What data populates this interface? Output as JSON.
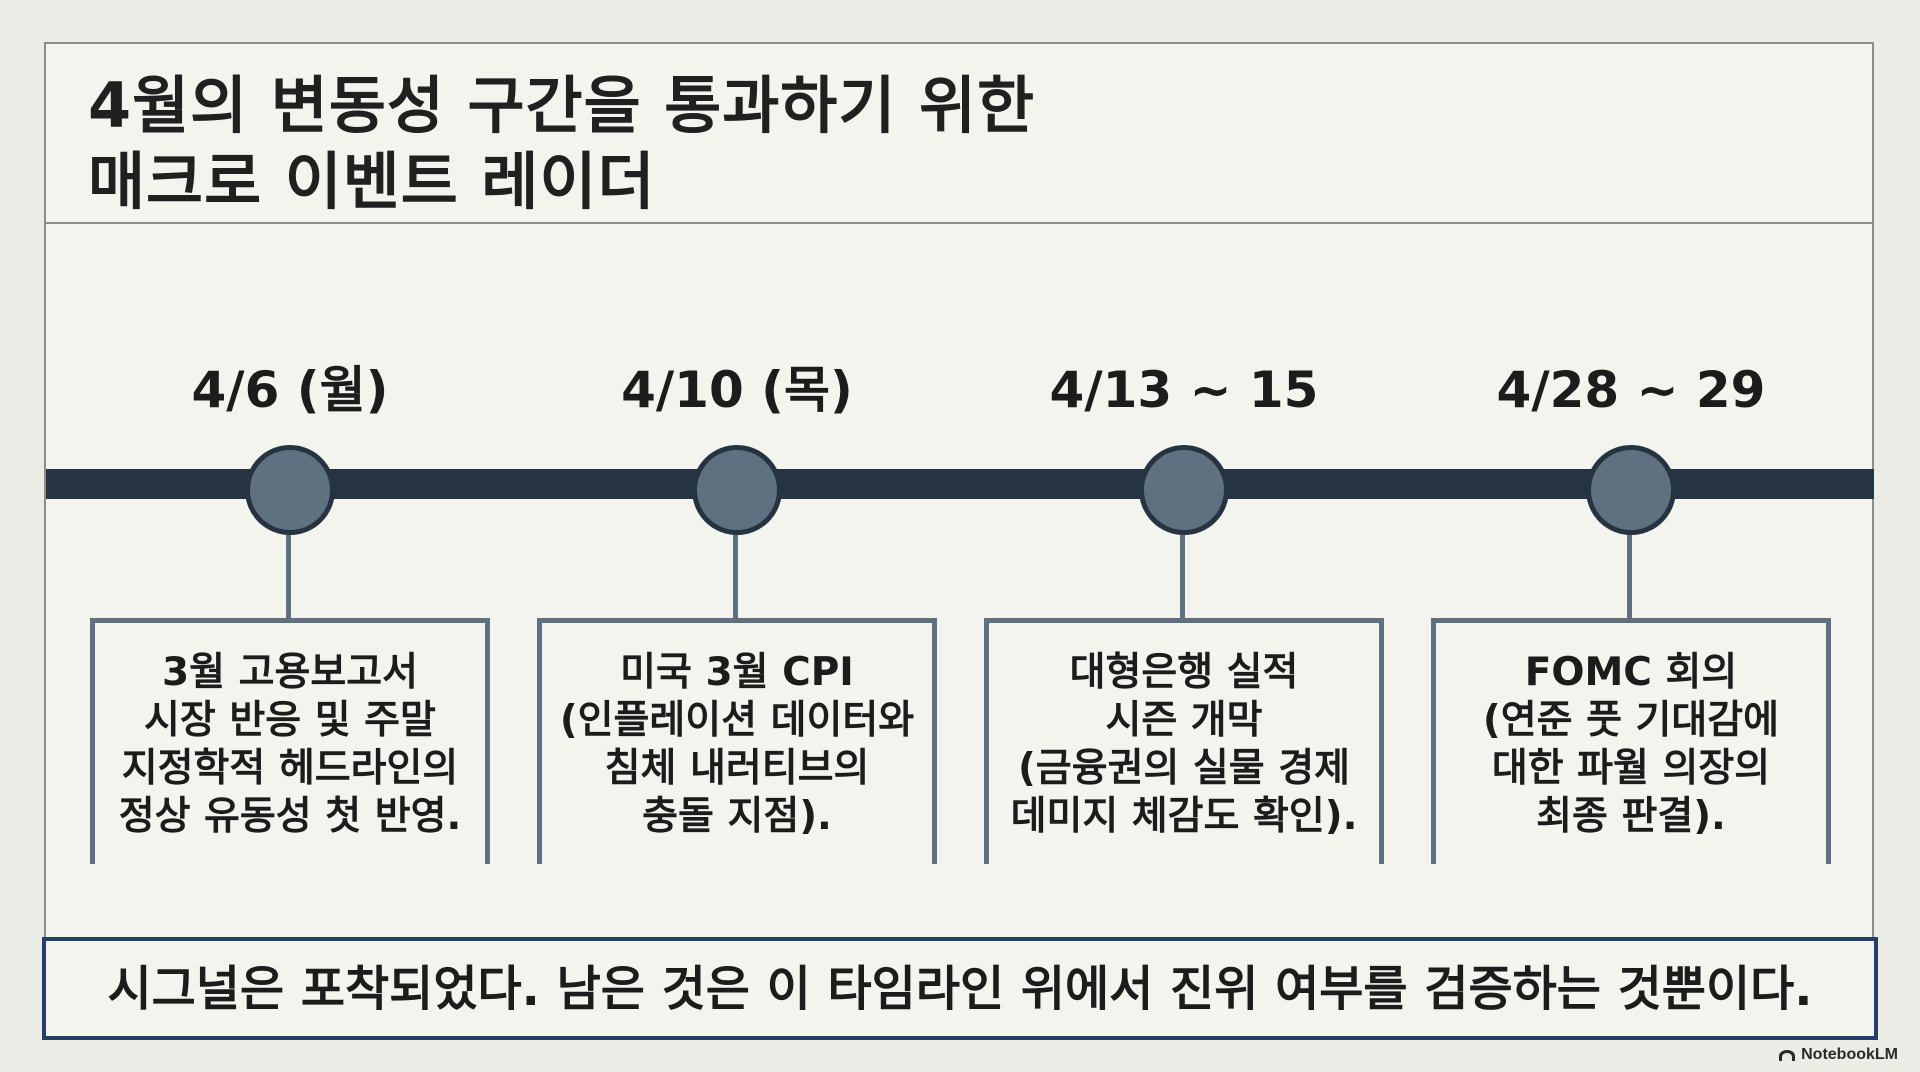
{
  "title": {
    "line1": "4월의 변동성 구간을 통과하기 위한",
    "line2": "매크로 이벤트 레이더"
  },
  "timeline": {
    "events": [
      {
        "date": "4/6 (월)",
        "description": "3월 고용보고서\n시장 반응 및 주말\n지정학적 헤드라인의\n정상 유동성 첫 반영."
      },
      {
        "date": "4/10 (목)",
        "description": "미국 3월 CPI\n(인플레이션 데이터와\n침체 내러티브의\n충돌 지점)."
      },
      {
        "date": "4/13 ~ 15",
        "description": "대형은행 실적\n시즌 개막\n(금융권의 실물 경제\n데미지 체감도 확인)."
      },
      {
        "date": "4/28 ~ 29",
        "description": "FOMC 회의\n(연준 풋 기대감에\n대한 파월 의장의\n최종 판결)."
      }
    ]
  },
  "footer": {
    "message": "시그널은 포착되었다. 남은 것은 이 타임라인 위에서 진위 여부를 검증하는 것뿐이다."
  },
  "watermark": {
    "label": "NotebookLM",
    "icon": "notebooklm-logo-icon"
  },
  "colors": {
    "background": "#ecece7",
    "timeline_bar": "#263340",
    "node": "#5f7180",
    "footer_border": "#263f6a"
  }
}
